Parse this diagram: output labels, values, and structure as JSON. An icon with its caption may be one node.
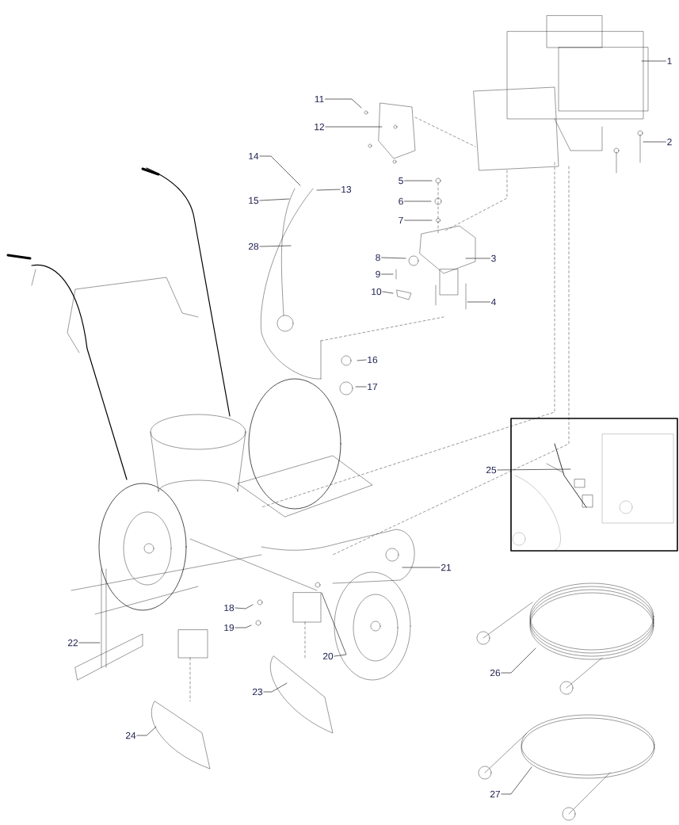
{
  "diagram": {
    "nodes": [
      {
        "text": [
          "1"
        ]
      },
      {
        "text": [
          "2"
        ]
      },
      {
        "text": [
          "3"
        ]
      },
      {
        "text": [
          "4"
        ]
      },
      {
        "text": [
          "5"
        ]
      },
      {
        "text": [
          "6"
        ]
      },
      {
        "text": [
          "7"
        ]
      },
      {
        "text": [
          "8"
        ]
      },
      {
        "text": [
          "9"
        ]
      },
      {
        "text": [
          "10"
        ]
      },
      {
        "text": [
          "11"
        ]
      },
      {
        "text": [
          "12"
        ]
      },
      {
        "text": [
          "13"
        ]
      },
      {
        "text": [
          "14"
        ]
      },
      {
        "text": [
          "15"
        ]
      },
      {
        "text": [
          "16"
        ]
      },
      {
        "text": [
          "17"
        ]
      },
      {
        "text": [
          "18"
        ]
      },
      {
        "text": [
          "19"
        ]
      },
      {
        "text": [
          "20"
        ]
      },
      {
        "text": [
          "21"
        ]
      },
      {
        "text": [
          "22"
        ]
      },
      {
        "text": [
          "23"
        ]
      },
      {
        "text": [
          "24"
        ]
      },
      {
        "text": [
          "25"
        ]
      },
      {
        "text": [
          "26"
        ]
      },
      {
        "text": [
          "27"
        ]
      },
      {
        "text": [
          "28"
        ]
      }
    ],
    "edges": [
      {
        "from": 0,
        "to": null,
        "arrow": "none"
      },
      {
        "from": 1,
        "to": null,
        "arrow": "none"
      },
      {
        "from": 2,
        "to": null,
        "arrow": "none"
      },
      {
        "from": 3,
        "to": null,
        "arrow": "none"
      },
      {
        "from": 4,
        "to": null,
        "arrow": "none"
      },
      {
        "from": 5,
        "to": null,
        "arrow": "none"
      },
      {
        "from": 6,
        "to": null,
        "arrow": "none"
      },
      {
        "from": 7,
        "to": null,
        "arrow": "none"
      },
      {
        "from": 8,
        "to": null,
        "arrow": "none"
      },
      {
        "from": 9,
        "to": null,
        "arrow": "none"
      },
      {
        "from": 10,
        "to": null,
        "arrow": "none"
      },
      {
        "from": 11,
        "to": null,
        "arrow": "none"
      },
      {
        "from": 12,
        "to": null,
        "arrow": "none"
      },
      {
        "from": 13,
        "to": null,
        "arrow": "none"
      },
      {
        "from": 14,
        "to": null,
        "arrow": "none"
      },
      {
        "from": 15,
        "to": null,
        "arrow": "none"
      },
      {
        "from": 16,
        "to": null,
        "arrow": "none"
      },
      {
        "from": 17,
        "to": null,
        "arrow": "none"
      },
      {
        "from": 18,
        "to": null,
        "arrow": "none"
      },
      {
        "from": 19,
        "to": null,
        "arrow": "none"
      },
      {
        "from": 20,
        "to": null,
        "arrow": "none"
      },
      {
        "from": 21,
        "to": null,
        "arrow": "none"
      },
      {
        "from": 22,
        "to": null,
        "arrow": "none"
      },
      {
        "from": 23,
        "to": null,
        "arrow": "none"
      },
      {
        "from": 24,
        "to": null,
        "arrow": "none"
      },
      {
        "from": 25,
        "to": null,
        "arrow": "none"
      },
      {
        "from": 26,
        "to": null,
        "arrow": "none"
      },
      {
        "from": 27,
        "to": null,
        "arrow": "none"
      }
    ]
  }
}
